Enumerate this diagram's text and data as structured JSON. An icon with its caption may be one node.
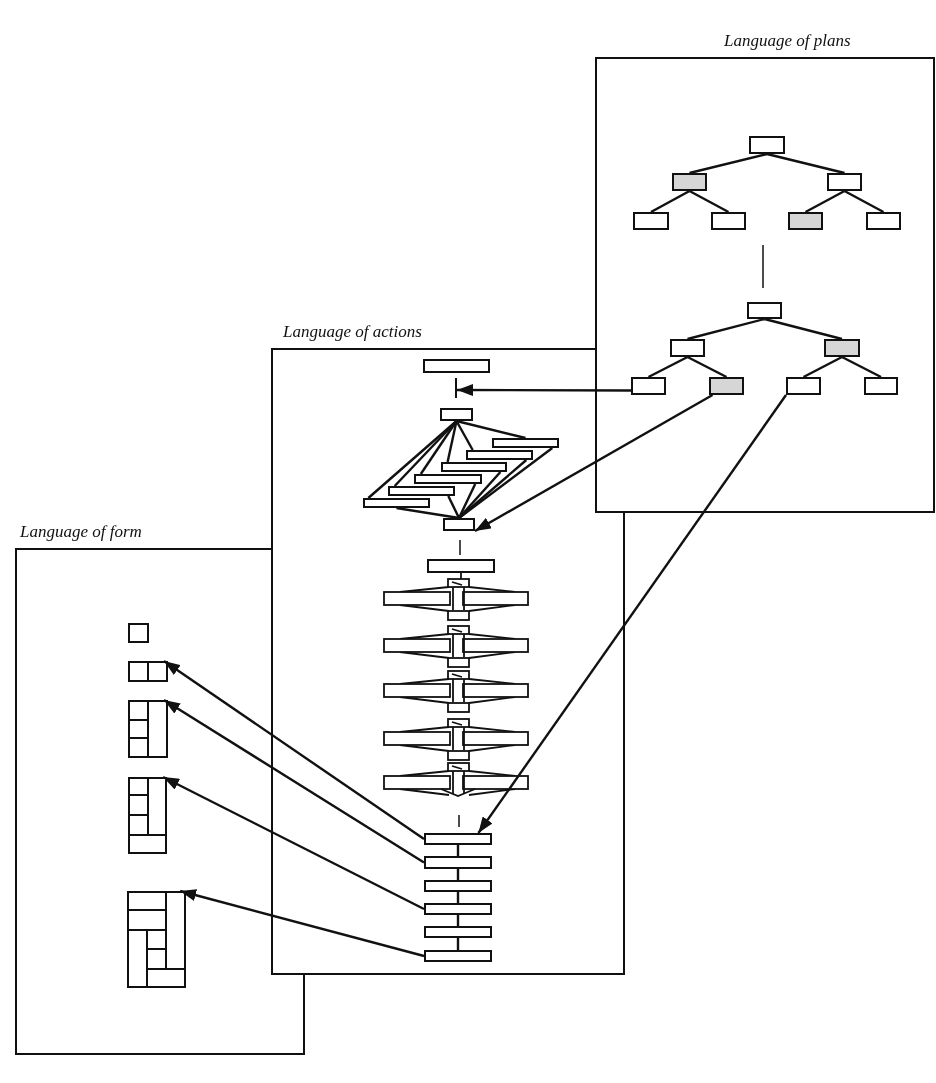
{
  "diagram": {
    "nodes": [
      {
        "text": [
          "Language of plans"
        ]
      },
      {
        "text": [],
        "shape": "box",
        "in": 0
      },
      {
        "text": [],
        "shape": "box",
        "in": 0
      },
      {
        "text": [],
        "shape": "box",
        "in": 0
      },
      {
        "text": [],
        "shape": "box",
        "in": 0
      },
      {
        "text": [],
        "shape": "box",
        "in": 0
      },
      {
        "text": [],
        "shape": "box",
        "in": 0
      },
      {
        "text": [],
        "shape": "box",
        "in": 0
      },
      {
        "text": [],
        "shape": "box",
        "in": 0
      },
      {
        "text": [],
        "shape": "box",
        "in": 0
      },
      {
        "text": [],
        "shape": "box",
        "in": 0
      },
      {
        "text": [],
        "shape": "box",
        "in": 0
      },
      {
        "text": [],
        "shape": "box",
        "in": 0
      },
      {
        "text": [],
        "shape": "box",
        "in": 0
      },
      {
        "text": [],
        "shape": "box",
        "in": 0
      },
      {
        "text": [
          "Language of actions"
        ]
      },
      {
        "text": [],
        "shape": "box",
        "in": 15
      },
      {
        "text": [],
        "shape": "box",
        "in": 15
      },
      {
        "text": [],
        "shape": "box",
        "in": 15
      },
      {
        "text": [],
        "shape": "box",
        "in": 15
      },
      {
        "text": [],
        "shape": "box",
        "in": 15
      },
      {
        "text": [],
        "shape": "box",
        "in": 15
      },
      {
        "text": [],
        "shape": "box",
        "in": 15
      },
      {
        "text": [],
        "shape": "box",
        "in": 15
      },
      {
        "text": [],
        "shape": "box",
        "in": 15
      },
      {
        "text": [],
        "shape": "box",
        "in": 15
      },
      {
        "text": [],
        "shape": "box",
        "in": 15
      },
      {
        "text": [],
        "shape": "box",
        "in": 15
      },
      {
        "text": [],
        "shape": "box",
        "in": 15
      },
      {
        "text": [],
        "shape": "box",
        "in": 15
      },
      {
        "text": [],
        "shape": "box",
        "in": 15
      },
      {
        "text": [],
        "shape": "box",
        "in": 15
      },
      {
        "text": [
          "Language of form"
        ]
      },
      {
        "text": [],
        "shape": "box",
        "in": 32
      },
      {
        "text": [],
        "shape": "box",
        "in": 32
      },
      {
        "text": [],
        "shape": "box",
        "in": 32
      },
      {
        "text": [],
        "shape": "box",
        "in": 32
      },
      {
        "text": [],
        "shape": "box",
        "in": 32
      },
      {
        "text": [],
        "shape": "line",
        "in": 15
      }
    ],
    "edges": [
      {
        "from": 1,
        "to": 2,
        "arrow": "none"
      },
      {
        "from": 1,
        "to": 3,
        "arrow": "none"
      },
      {
        "from": 2,
        "to": 4,
        "arrow": "none"
      },
      {
        "from": 2,
        "to": 5,
        "arrow": "none"
      },
      {
        "from": 3,
        "to": 6,
        "arrow": "none"
      },
      {
        "from": 3,
        "to": 7,
        "arrow": "none"
      },
      {
        "from": 8,
        "to": 9,
        "arrow": "none"
      },
      {
        "from": 8,
        "to": 10,
        "arrow": "none"
      },
      {
        "from": 9,
        "to": 11,
        "arrow": "none"
      },
      {
        "from": 9,
        "to": 12,
        "arrow": "none"
      },
      {
        "from": 10,
        "to": 13,
        "arrow": "none"
      },
      {
        "from": 10,
        "to": 14,
        "arrow": "none"
      },
      {
        "from": 11,
        "to": 38,
        "arrow": "to"
      },
      {
        "from": 12,
        "to": 24,
        "arrow": "to"
      },
      {
        "from": 13,
        "to": 26,
        "arrow": "to"
      },
      {
        "from": 17,
        "to": 18,
        "arrow": "none"
      },
      {
        "from": 17,
        "to": 19,
        "arrow": "none"
      },
      {
        "from": 17,
        "to": 20,
        "arrow": "none"
      },
      {
        "from": 17,
        "to": 21,
        "arrow": "none"
      },
      {
        "from": 17,
        "to": 22,
        "arrow": "none"
      },
      {
        "from": 17,
        "to": 23,
        "arrow": "none"
      },
      {
        "from": 18,
        "to": 24,
        "arrow": "none"
      },
      {
        "from": 19,
        "to": 24,
        "arrow": "none"
      },
      {
        "from": 20,
        "to": 24,
        "arrow": "none"
      },
      {
        "from": 21,
        "to": 24,
        "arrow": "none"
      },
      {
        "from": 22,
        "to": 24,
        "arrow": "none"
      },
      {
        "from": 23,
        "to": 24,
        "arrow": "none"
      },
      {
        "from": 26,
        "to": 27,
        "arrow": "none"
      },
      {
        "from": 27,
        "to": 28,
        "arrow": "none"
      },
      {
        "from": 28,
        "to": 29,
        "arrow": "none"
      },
      {
        "from": 29,
        "to": 30,
        "arrow": "none"
      },
      {
        "from": 30,
        "to": 31,
        "arrow": "none"
      },
      {
        "from": 26,
        "to": 34,
        "arrow": "to"
      },
      {
        "from": 27,
        "to": 35,
        "arrow": "to"
      },
      {
        "from": 29,
        "to": 36,
        "arrow": "to"
      },
      {
        "from": 31,
        "to": 37,
        "arrow": "to"
      }
    ]
  }
}
